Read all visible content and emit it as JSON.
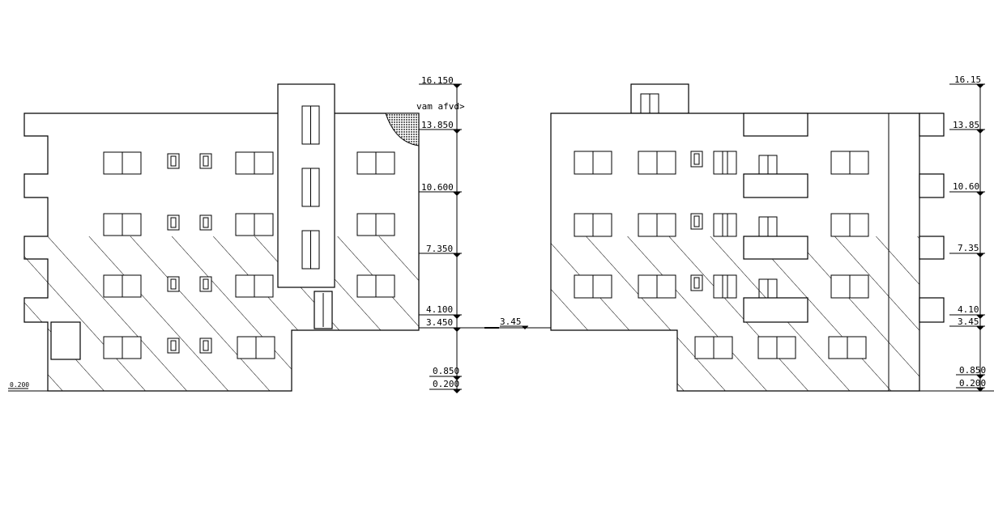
{
  "left_elevation": {
    "note": "vam afvd>",
    "levels": [
      "16.150",
      "13.850",
      "10.600",
      "7.350",
      "4.100",
      "3.450",
      "0.850",
      "0.200"
    ],
    "ground_left": "0.200"
  },
  "middle": {
    "level": "3.45"
  },
  "right_elevation": {
    "levels": [
      "16.15",
      "13.85",
      "10.60",
      "7.35",
      "4.10",
      "3.45",
      "0.850",
      "0.200"
    ]
  }
}
